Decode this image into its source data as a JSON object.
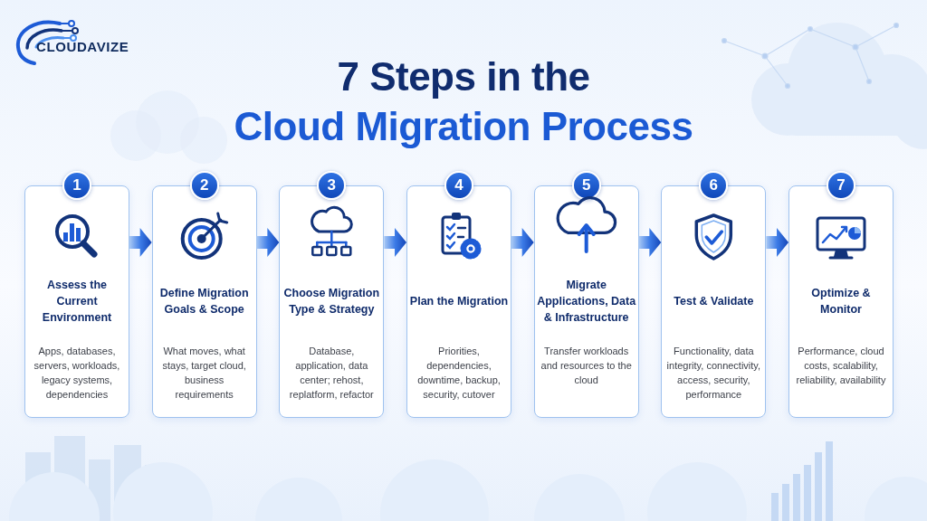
{
  "diagram": {
    "title": "7 Steps in the Cloud Migration Process",
    "nodes": [
      {
        "text": [
          "Assess the Current Environment",
          "Apps, databases, servers, workloads, legacy systems, dependencies"
        ]
      },
      {
        "text": [
          "1"
        ],
        "in": 0
      },
      {
        "text": [
          "Define Migration Goals & Scope",
          "What moves, what stays, target cloud, business requirements"
        ]
      },
      {
        "text": [
          "2"
        ],
        "in": 2
      },
      {
        "text": [
          "Choose Migration Type & Strategy",
          "Database, application, data center; rehost, replatform, refactor"
        ]
      },
      {
        "text": [
          "3"
        ],
        "in": 4
      },
      {
        "text": [
          "Plan the Migration",
          "Priorities, dependencies, downtime, backup, security, cutover"
        ]
      },
      {
        "text": [
          "4"
        ],
        "in": 6
      },
      {
        "text": [
          "Migrate Applications, Data & Infrastructure",
          "Transfer workloads and resources to the cloud"
        ]
      },
      {
        "text": [
          "5"
        ],
        "in": 8
      },
      {
        "text": [
          "Test & Validate",
          "Functionality, data integrity, connectivity, access, security, performance"
        ]
      },
      {
        "text": [
          "6"
        ],
        "in": 10
      },
      {
        "text": [
          "Optimize & Monitor",
          "Performance, cloud costs, scalability, reliability, availability"
        ]
      },
      {
        "text": [
          "7"
        ],
        "in": 12
      }
    ],
    "edges": [
      {
        "from": 0,
        "to": 2,
        "arrow": "to"
      },
      {
        "from": 2,
        "to": 4,
        "arrow": "to"
      },
      {
        "from": 4,
        "to": 6,
        "arrow": "to"
      },
      {
        "from": 6,
        "to": 8,
        "arrow": "to"
      },
      {
        "from": 8,
        "to": 10,
        "arrow": "to"
      },
      {
        "from": 10,
        "to": 12,
        "arrow": "to"
      }
    ],
    "labels": [
      "CLOUDAVIZE"
    ]
  }
}
